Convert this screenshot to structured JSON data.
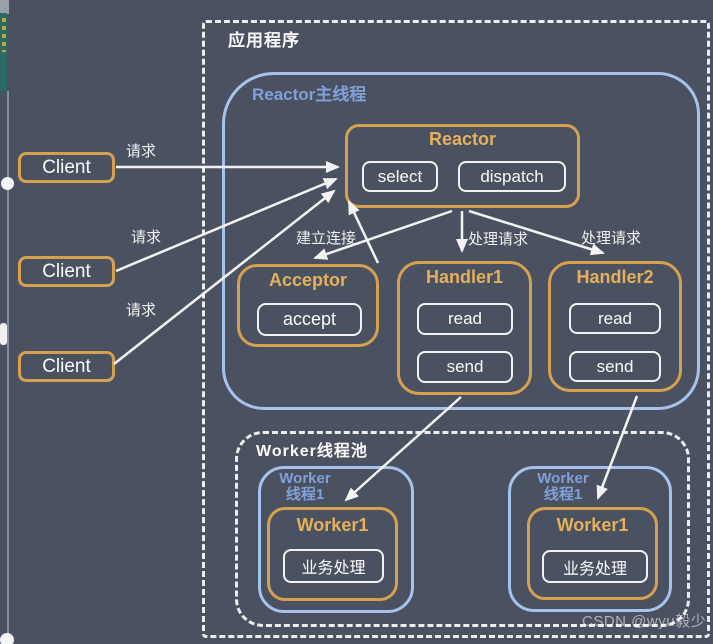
{
  "palette": {
    "bg": "#4A5261",
    "dash-white": "#EDEDED",
    "orange-border": "#D6A14E",
    "orange-text": "#E6AF5C",
    "white-border": "#F2F2F2",
    "text-white": "#FAFAFA",
    "blue-border": "#A6C3EC",
    "blue-text": "#81A0DA",
    "teal": "#2B6B64",
    "yellow": "#C9A23D",
    "watermark": "#FFFFFF8C"
  },
  "application": {
    "label": "应用程序"
  },
  "reactor_thread": {
    "label": "Reactor主线程"
  },
  "reactor": {
    "title": "Reactor",
    "select": "select",
    "dispatch": "dispatch"
  },
  "acceptor": {
    "title": "Acceptor",
    "accept": "accept"
  },
  "handlers": [
    {
      "title": "Handler1",
      "read": "read",
      "send": "send"
    },
    {
      "title": "Handler2",
      "read": "read",
      "send": "send"
    }
  ],
  "worker_pool": {
    "label": "Worker线程池",
    "workers": [
      {
        "thread_line1": "Worker",
        "thread_line2": "线程1",
        "title": "Worker1",
        "task": "业务处理"
      },
      {
        "thread_line1": "Worker",
        "thread_line2": "线程1",
        "title": "Worker1",
        "task": "业务处理"
      }
    ]
  },
  "clients": [
    {
      "label": "Client"
    },
    {
      "label": "Client"
    },
    {
      "label": "Client"
    }
  ],
  "arrows": {
    "request_label": "请求",
    "connect_label": "建立连接",
    "handle_label": "处理请求"
  },
  "watermark": "CSDN @wyu毅少"
}
